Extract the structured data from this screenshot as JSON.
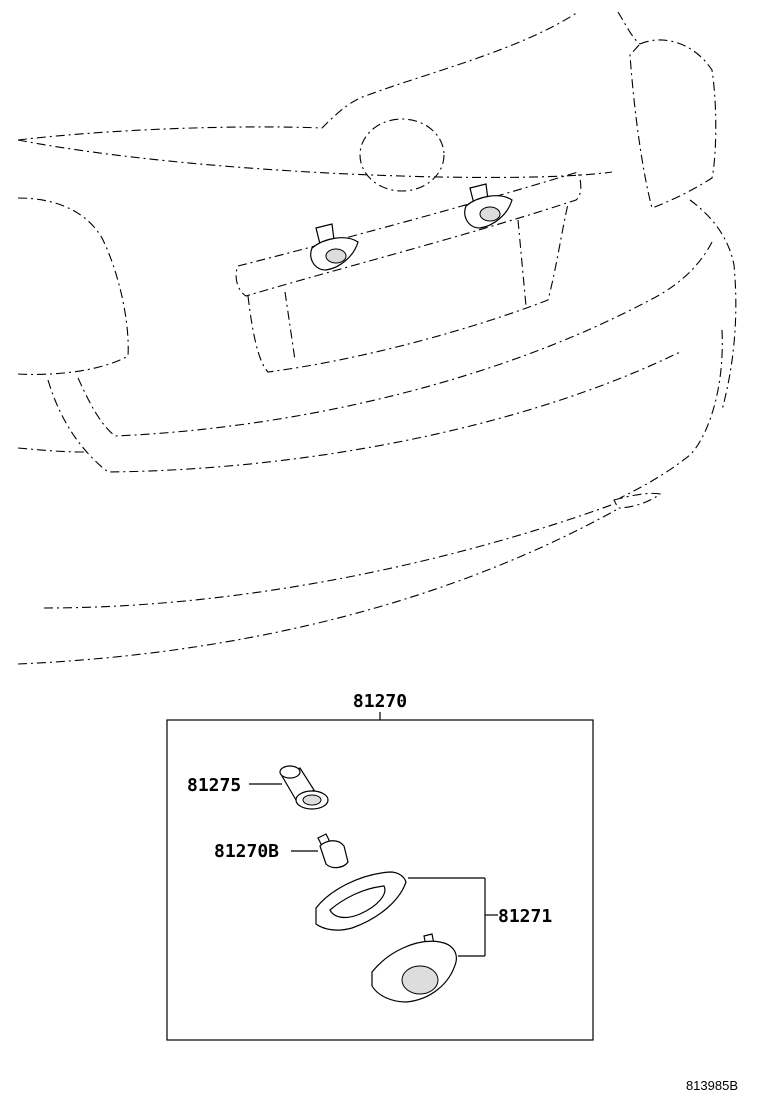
{
  "labels": {
    "assembly": "81270",
    "socket": "81275",
    "bulb": "81270B",
    "lens_gasket": "81271"
  },
  "reference_code": "813985B",
  "colors": {
    "line": "#000000",
    "background": "#ffffff"
  }
}
